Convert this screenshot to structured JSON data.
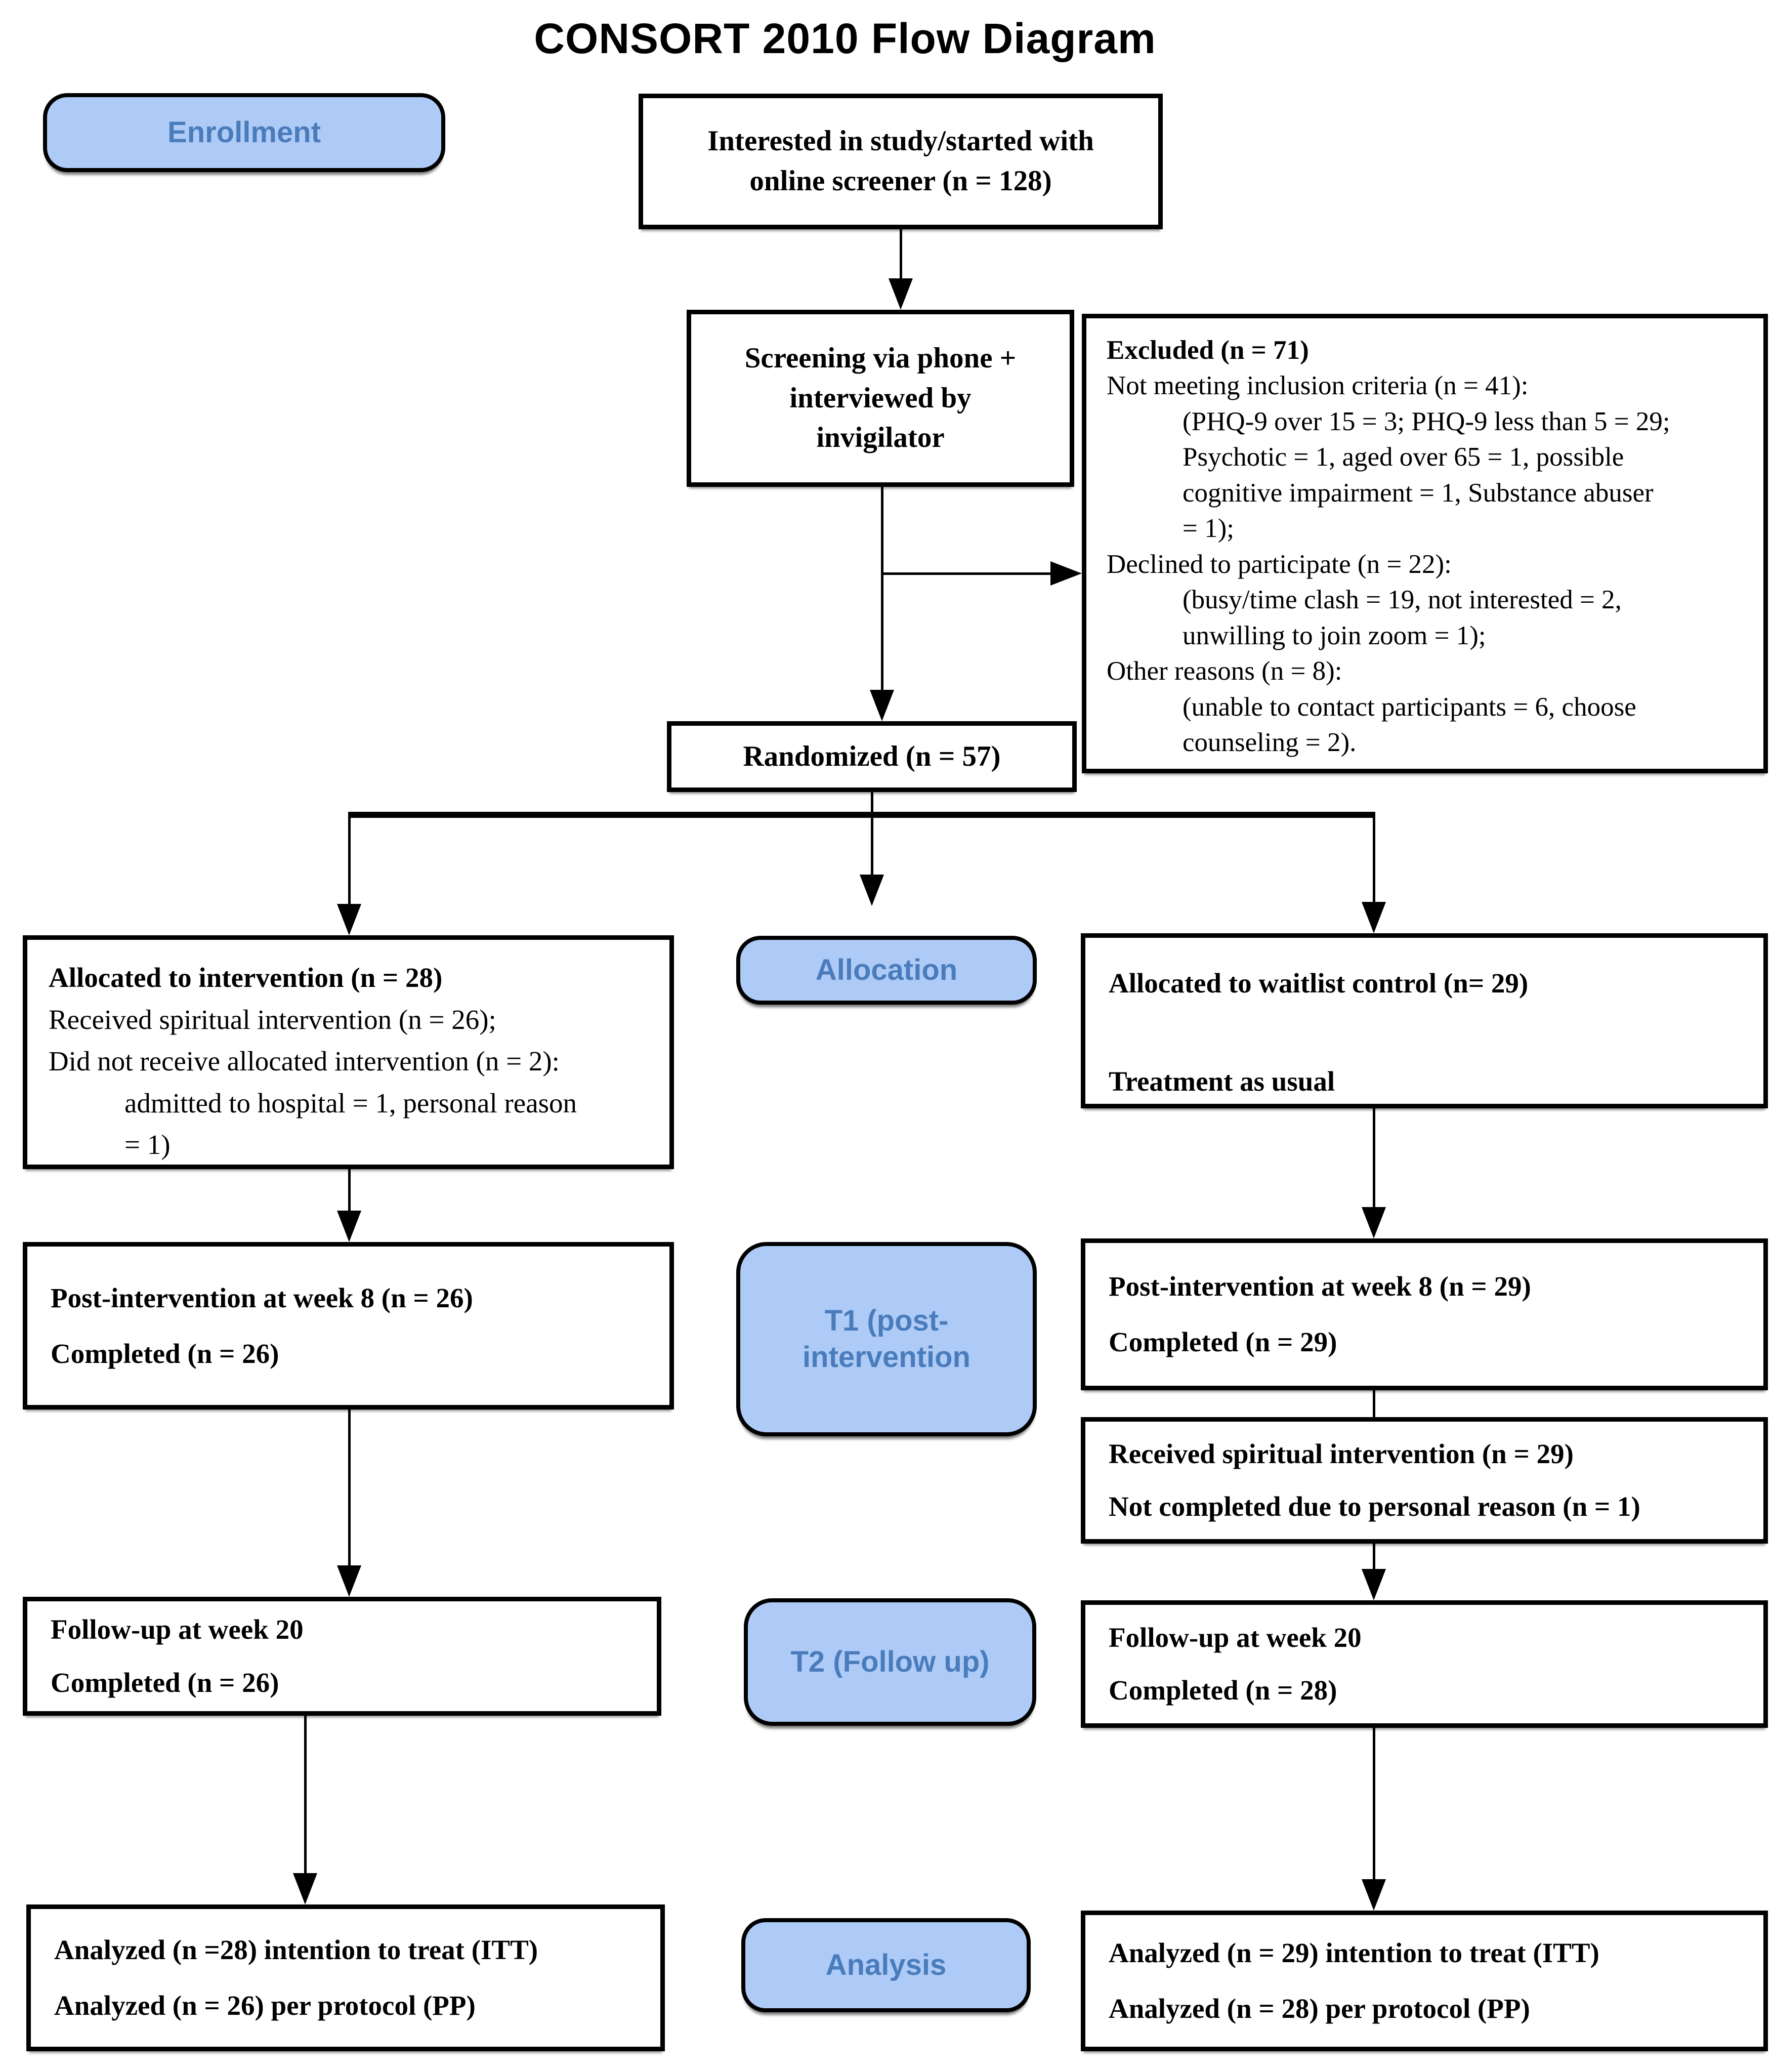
{
  "title": "CONSORT 2010 Flow Diagram",
  "colors": {
    "badge_fill": "#aecbf7",
    "badge_text": "#4a7cbb",
    "line": "#000000"
  },
  "badges": {
    "enrollment": "Enrollment",
    "allocation": "Allocation",
    "t1": [
      "T1 (post-",
      "intervention"
    ],
    "t2": "T2 (Follow up)",
    "analysis": "Analysis"
  },
  "boxes": {
    "interested": {
      "lines": [
        "Interested in study/started with",
        "online screener (n = 128)"
      ]
    },
    "screening": {
      "lines": [
        "Screening via phone +",
        "interviewed by",
        "invigilator"
      ]
    },
    "excluded": {
      "lines": [
        "Excluded (n = 71)",
        "Not meeting inclusion criteria (n = 41):",
        "(PHQ-9 over 15 = 3; PHQ-9 less than 5 = 29;",
        "Psychotic = 1, aged over 65 = 1, possible",
        "cognitive impairment = 1, Substance abuser",
        "= 1);",
        "Declined to participate (n = 22):",
        "(busy/time clash = 19, not interested = 2,",
        "unwilling to join zoom = 1);",
        "Other reasons (n = 8):",
        "(unable to contact participants = 6, choose",
        "counseling = 2)."
      ]
    },
    "randomized": {
      "lines": [
        "Randomized (n = 57)"
      ]
    },
    "allocated_intervention": {
      "lines": [
        "Allocated to intervention (n = 28)",
        "Received spiritual intervention (n = 26);",
        "Did not receive allocated intervention (n = 2):",
        "admitted to hospital = 1, personal reason",
        "= 1)"
      ]
    },
    "waitlist_control": {
      "lines": [
        "Allocated to waitlist control (n= 29)",
        "Treatment as usual"
      ]
    },
    "post_intervention_left": {
      "lines": [
        "Post-intervention at week 8 (n = 26)",
        "Completed (n = 26)"
      ]
    },
    "post_intervention_right": {
      "lines": [
        "Post-intervention at week 8 (n = 29)",
        "Completed (n = 29)"
      ]
    },
    "received_intervention": {
      "lines": [
        "Received spiritual intervention (n = 29)",
        "Not completed due to personal reason (n = 1)"
      ]
    },
    "followup_left": {
      "lines": [
        "Follow-up at week 20",
        "Completed (n = 26)"
      ]
    },
    "followup_right": {
      "lines": [
        "Follow-up at week 20",
        "Completed (n = 28)"
      ]
    },
    "analyzed_left": {
      "lines": [
        "Analyzed (n =28) intention to treat (ITT)",
        "Analyzed (n = 26) per protocol (PP)"
      ]
    },
    "analyzed_right": {
      "lines": [
        "Analyzed (n = 29) intention to treat (ITT)",
        "Analyzed (n = 28) per protocol (PP)"
      ]
    }
  }
}
